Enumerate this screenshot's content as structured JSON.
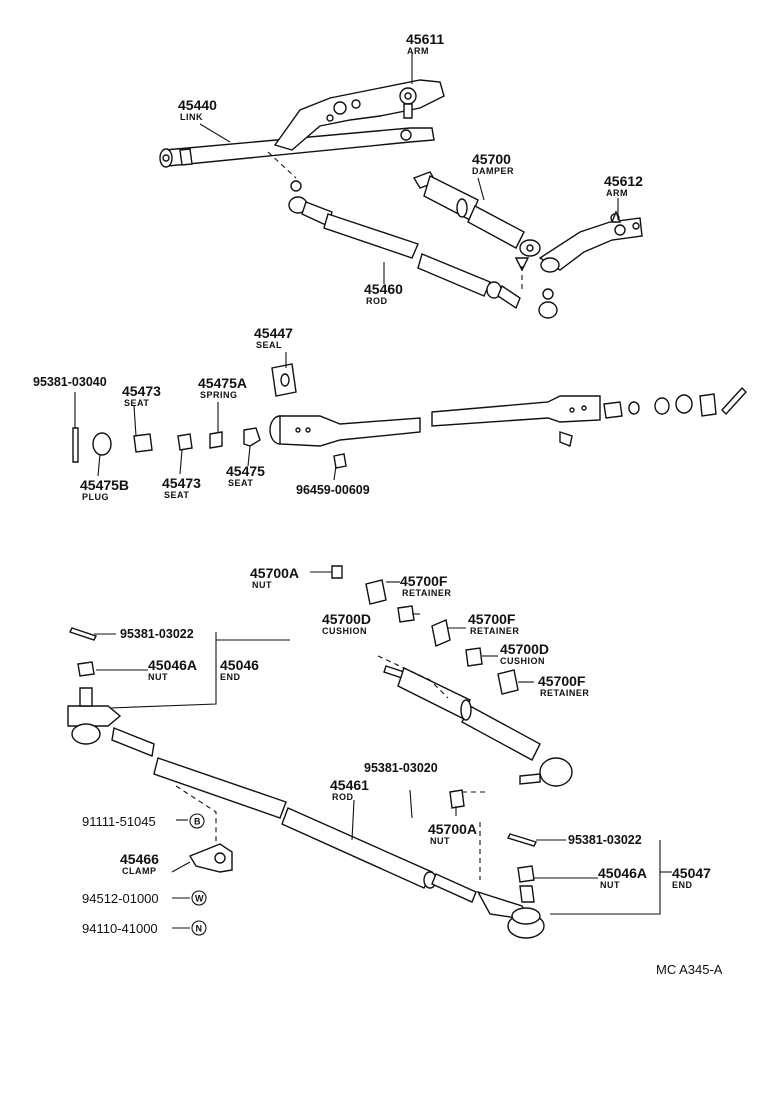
{
  "diagram_code": "MC A345-A",
  "callouts": {
    "c45611": {
      "pn": "45611",
      "name": "ARM"
    },
    "c45440": {
      "pn": "45440",
      "name": "LINK"
    },
    "c45700": {
      "pn": "45700",
      "name": "DAMPER"
    },
    "c45612": {
      "pn": "45612",
      "name": "ARM"
    },
    "c45460": {
      "pn": "45460",
      "name": "ROD"
    },
    "c45447": {
      "pn": "45447",
      "name": "SEAL"
    },
    "c95381_03040": {
      "pn": "95381-03040",
      "name": ""
    },
    "c45473a": {
      "pn": "45473",
      "name": "SEAT"
    },
    "c45475A": {
      "pn": "45475A",
      "name": "SPRING"
    },
    "c45475B": {
      "pn": "45475B",
      "name": "PLUG"
    },
    "c45473b": {
      "pn": "45473",
      "name": "SEAT"
    },
    "c45475": {
      "pn": "45475",
      "name": "SEAT"
    },
    "c96459": {
      "pn": "96459-00609",
      "name": ""
    },
    "c45700A_top": {
      "pn": "45700A",
      "name": "NUT"
    },
    "c45700F_1": {
      "pn": "45700F",
      "name": "RETAINER"
    },
    "c45700D_1": {
      "pn": "45700D",
      "name": "CUSHION"
    },
    "c45700F_2": {
      "pn": "45700F",
      "name": "RETAINER"
    },
    "c45700D_2": {
      "pn": "45700D",
      "name": "CUSHION"
    },
    "c45700F_3": {
      "pn": "45700F",
      "name": "RETAINER"
    },
    "c95381_03022a": {
      "pn": "95381-03022",
      "name": ""
    },
    "c45046A_a": {
      "pn": "45046A",
      "name": "NUT"
    },
    "c45046": {
      "pn": "45046",
      "name": "END"
    },
    "c95381_03020": {
      "pn": "95381-03020",
      "name": ""
    },
    "c45461": {
      "pn": "45461",
      "name": "ROD"
    },
    "c45700A_bot": {
      "pn": "45700A",
      "name": "NUT"
    },
    "c91111": {
      "pn": "91111-51045",
      "name": "",
      "symbol": "B"
    },
    "c45466": {
      "pn": "45466",
      "name": "CLAMP"
    },
    "c94512": {
      "pn": "94512-01000",
      "name": "",
      "symbol": "W"
    },
    "c94110": {
      "pn": "94110-41000",
      "name": "",
      "symbol": "N"
    },
    "c95381_03022b": {
      "pn": "95381-03022",
      "name": ""
    },
    "c45046A_b": {
      "pn": "45046A",
      "name": "NUT"
    },
    "c45047": {
      "pn": "45047",
      "name": "END"
    }
  }
}
